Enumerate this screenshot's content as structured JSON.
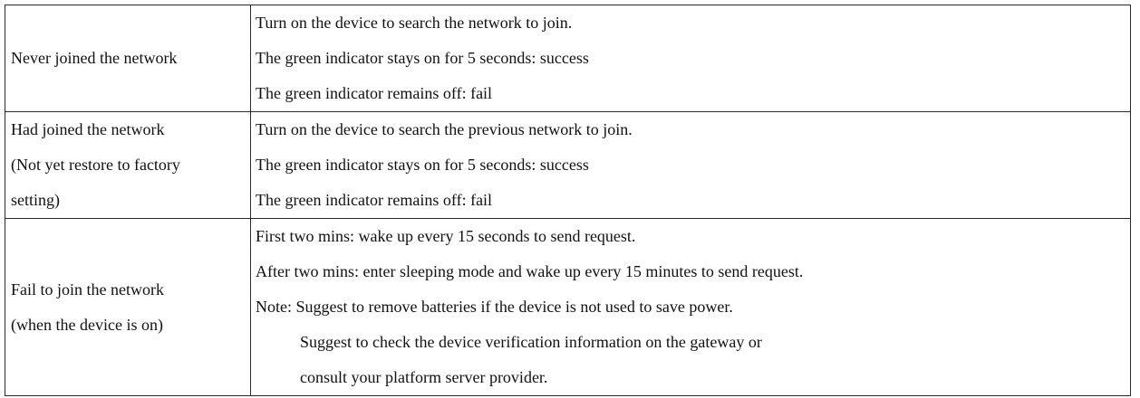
{
  "rows": [
    {
      "condition": [
        "Never joined the network"
      ],
      "description": [
        "Turn on the device to search the network to join.",
        "The green indicator stays on for 5 seconds: success",
        "The green indicator remains off: fail"
      ]
    },
    {
      "condition": [
        "Had joined the network",
        "(Not yet restore to factory",
        "setting)"
      ],
      "description": [
        "Turn on the device to search the previous network to join.",
        "The green indicator stays on for 5 seconds: success",
        "The green indicator remains off: fail"
      ]
    },
    {
      "condition": [
        "Fail to join the network",
        "(when the device is on)"
      ],
      "description": [
        "First two mins: wake up every 15 seconds to send request.",
        "After two mins: enter sleeping mode and wake up every 15 minutes to send request.",
        "Note: Suggest to remove batteries if the device is not used to save power.",
        "Suggest to check the device verification information on the gateway or",
        "consult your platform server provider."
      ]
    }
  ]
}
